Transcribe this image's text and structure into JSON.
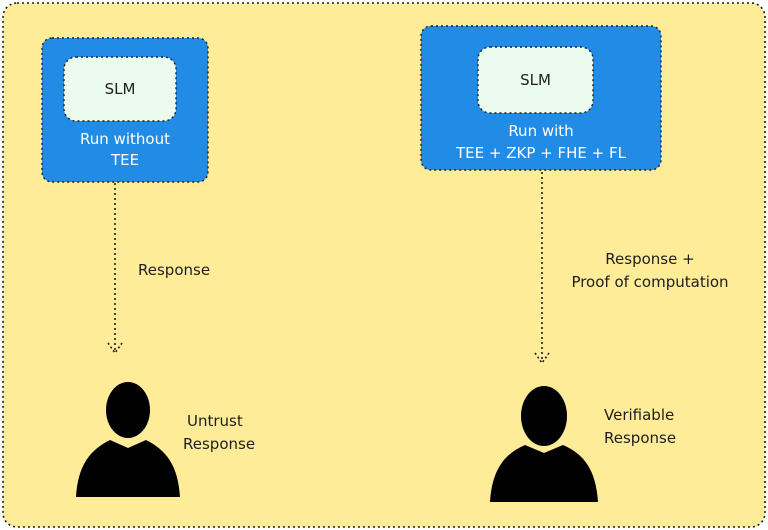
{
  "colors": {
    "background": "#ffec99",
    "box_blue": "#228be6",
    "inner_box": "#ebfbee",
    "text_dark": "#1e1e1e",
    "text_white": "#ffffff",
    "person": "#000000"
  },
  "left": {
    "box_label": "SLM",
    "mode_line1": "Run without",
    "mode_line2": "TEE",
    "arrow_label": "Response",
    "user_line1": "Untrust",
    "user_line2": "Response",
    "user_icon": "person-silhouette-icon"
  },
  "right": {
    "box_label": "SLM",
    "mode_line1": "Run with",
    "mode_line2": "TEE + ZKP + FHE + FL",
    "arrow_line1": "Response +",
    "arrow_line2": "Proof of computation",
    "user_line1": "Verifiable",
    "user_line2": "Response",
    "user_icon": "person-silhouette-icon"
  }
}
